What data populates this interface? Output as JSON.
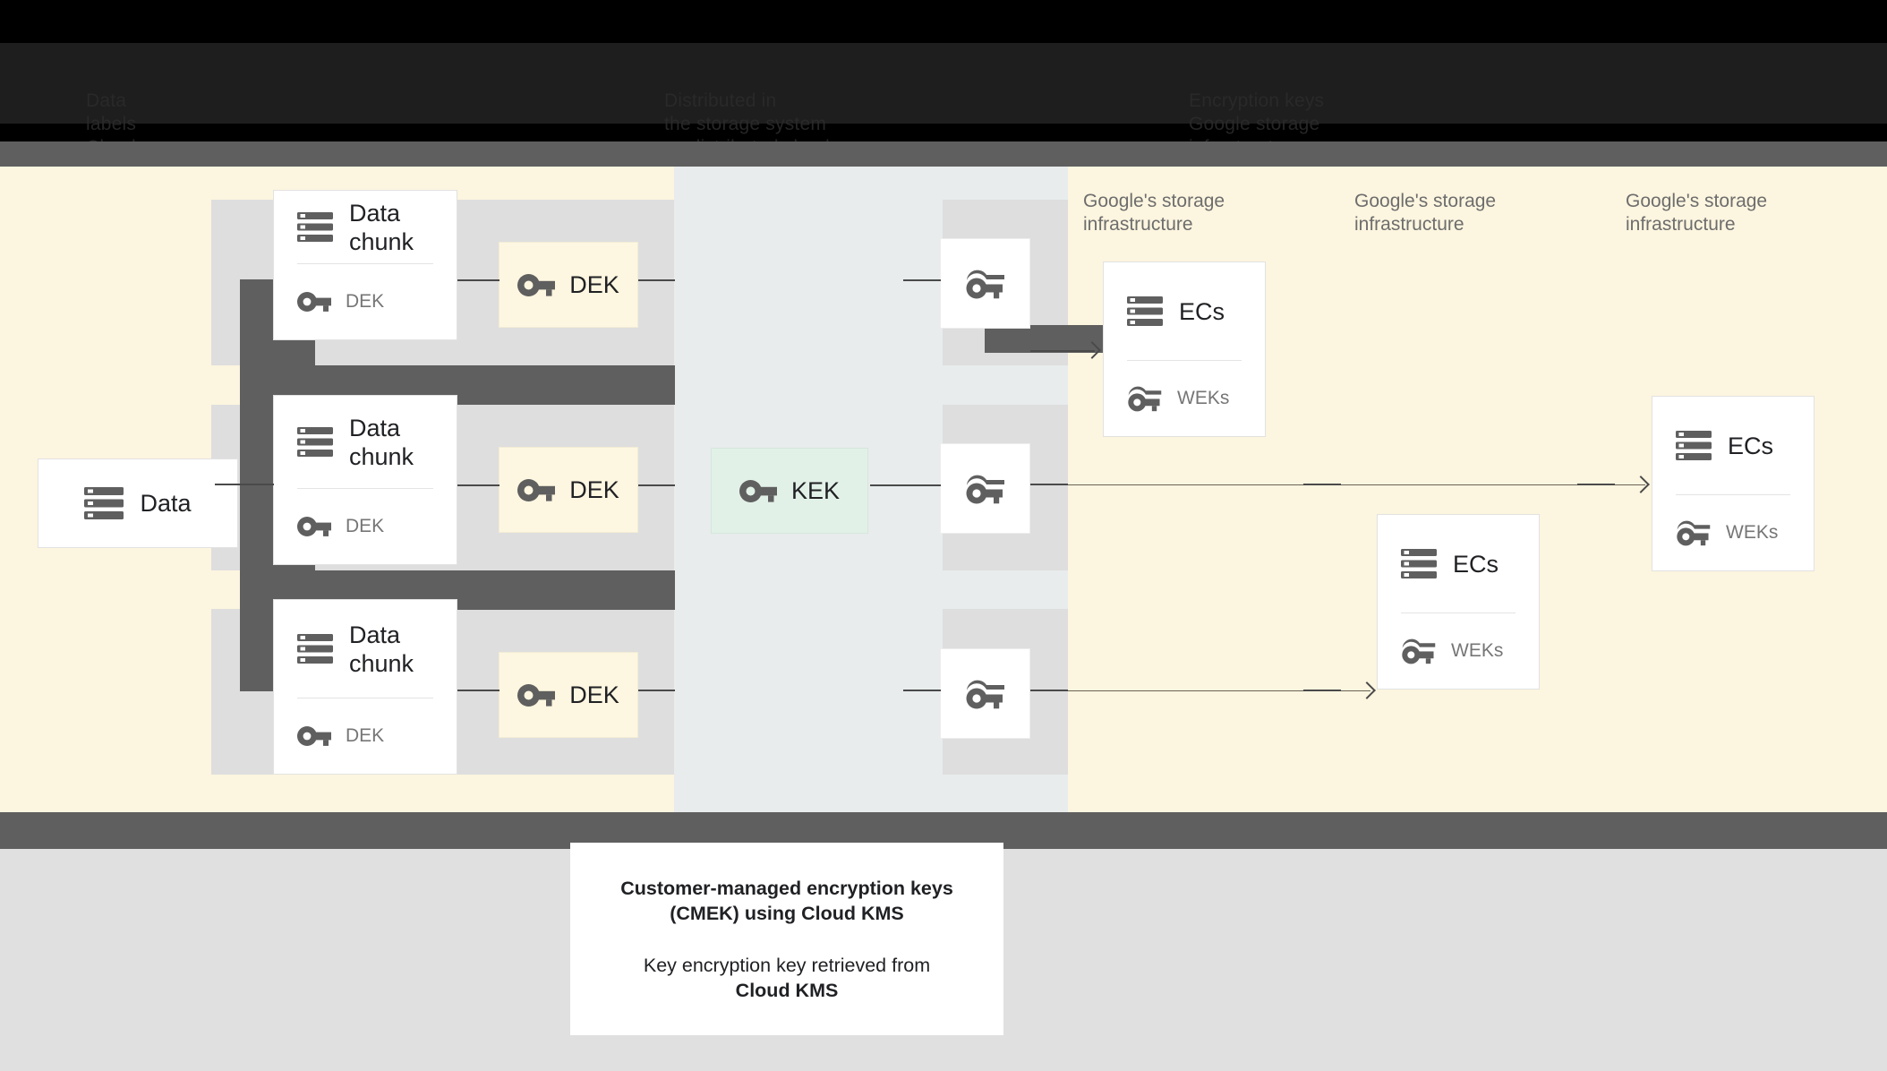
{
  "header": {
    "obscured": true,
    "columns": [
      {
        "lines": [
          "Data",
          "labels",
          "Cloud"
        ]
      },
      {
        "lines": [
          "Distributed in",
          "the storage system",
          "as distributed chunks"
        ]
      },
      {
        "lines": [
          "Encryption keys",
          "Google storage",
          "infrastructure"
        ]
      }
    ]
  },
  "diagram": {
    "title": "Customer-managed encryption keys (CMEK) using Cloud KMS",
    "colors": {
      "cream": "#fcf5df",
      "kms_band": "#e8ecec",
      "lane_gray": "#dedede",
      "shade_gray": "#5f5f5f",
      "dek_fill": "#fdf6e0",
      "kek_fill": "#e2f1e8",
      "card_white": "#ffffff",
      "text_dark": "#202124",
      "text_muted": "#767676",
      "connector": "#4a4a4a"
    },
    "source": {
      "title": "Data",
      "icon": "server-icon"
    },
    "chunks": [
      {
        "title": "Data chunk",
        "sub": "DEK",
        "icon": "server-icon",
        "sub_icon": "key-icon"
      },
      {
        "title": "Data chunk",
        "sub": "DEK",
        "icon": "server-icon",
        "sub_icon": "key-icon"
      },
      {
        "title": "Data chunk",
        "sub": "DEK",
        "icon": "server-icon",
        "sub_icon": "key-icon"
      }
    ],
    "deks": [
      {
        "label": "DEK",
        "icon": "key-icon"
      },
      {
        "label": "DEK",
        "icon": "key-icon"
      },
      {
        "label": "DEK",
        "icon": "key-icon"
      }
    ],
    "kek": {
      "label": "KEK",
      "icon": "key-icon"
    },
    "wrapped_keys": [
      {
        "icon": "wrapped-key-icon"
      },
      {
        "icon": "wrapped-key-icon"
      },
      {
        "icon": "wrapped-key-icon"
      }
    ],
    "storage_labels": [
      "Google's storage infrastructure",
      "Google's storage infrastructure",
      "Google's storage infrastructure"
    ],
    "ec_cards": [
      {
        "title": "ECs",
        "sub": "WEKs",
        "icon": "server-icon",
        "sub_icon": "wrapped-key-icon"
      },
      {
        "title": "ECs",
        "sub": "WEKs",
        "icon": "server-icon",
        "sub_icon": "wrapped-key-icon"
      },
      {
        "title": "ECs",
        "sub": "WEKs",
        "icon": "server-icon",
        "sub_icon": "wrapped-key-icon"
      }
    ]
  },
  "caption": {
    "line1": "Customer-managed encryption keys",
    "line2": "(CMEK) using Cloud KMS",
    "line3_plain": "Key encryption key retrieved from",
    "line3_strong": "Cloud KMS"
  }
}
